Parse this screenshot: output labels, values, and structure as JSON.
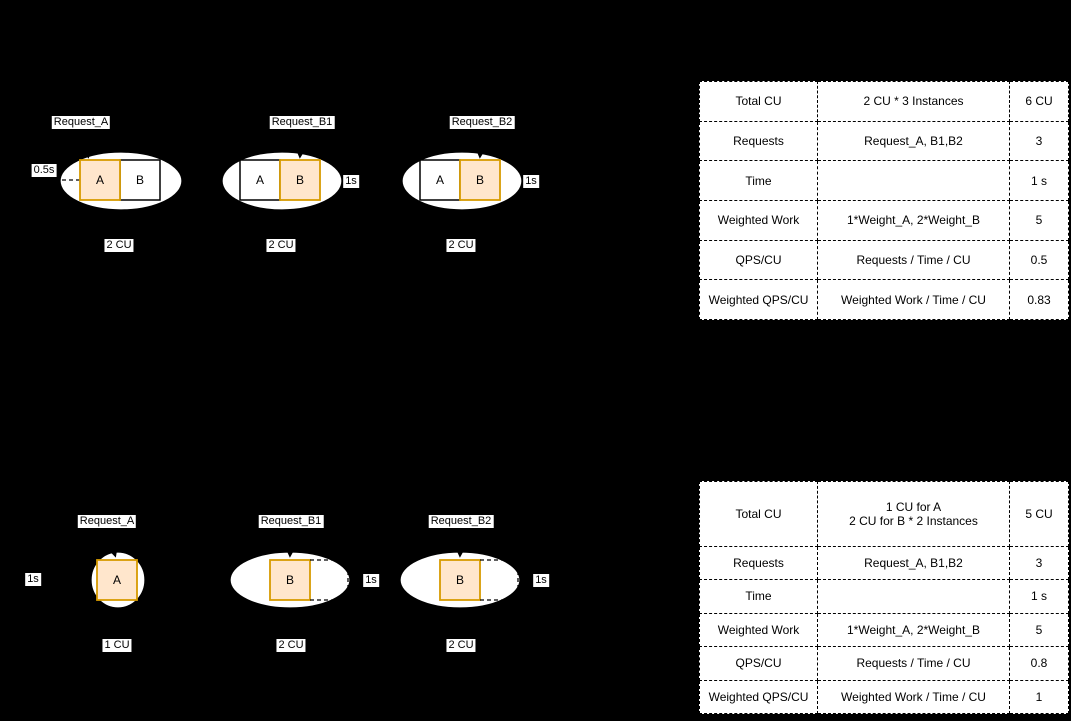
{
  "colors": {
    "background": "#000000",
    "surface": "#ffffff",
    "ink": "#000000",
    "box_fill": "#ffe6cc",
    "box_stroke": "#d79b00"
  },
  "scenario_top": {
    "groups": [
      {
        "request_label": "Request_A",
        "time_label": "0.5s",
        "cu_label": "2 CU",
        "box_a": "A",
        "box_b": "B"
      },
      {
        "request_label": "Request_B1",
        "time_label": "1s",
        "cu_label": "2 CU",
        "box_a": "A",
        "box_b": "B"
      },
      {
        "request_label": "Request_B2",
        "time_label": "1s",
        "cu_label": "2 CU",
        "box_a": "A",
        "box_b": "B"
      }
    ],
    "table": {
      "rows": [
        {
          "metric": "Total CU",
          "formula": "2 CU * 3 Instances",
          "value": "6 CU"
        },
        {
          "metric": "Requests",
          "formula": "Request_A, B1,B2",
          "value": "3"
        },
        {
          "metric": "Time",
          "formula": "",
          "value": "1 s"
        },
        {
          "metric": "Weighted Work",
          "formula": "1*Weight_A, 2*Weight_B",
          "value": "5"
        },
        {
          "metric": "QPS/CU",
          "formula": "Requests / Time / CU",
          "value": "0.5"
        },
        {
          "metric": "Weighted QPS/CU",
          "formula": "Weighted Work / Time / CU",
          "value": "0.83"
        }
      ]
    }
  },
  "scenario_bottom": {
    "groups": [
      {
        "request_label": "Request_A",
        "time_label": "1s",
        "cu_label": "1 CU",
        "box": "A"
      },
      {
        "request_label": "Request_B1",
        "time_label": "1s",
        "cu_label": "2 CU",
        "box": "B"
      },
      {
        "request_label": "Request_B2",
        "time_label": "1s",
        "cu_label": "2 CU",
        "box": "B"
      }
    ],
    "table": {
      "rows": [
        {
          "metric": "Total CU",
          "formula": "1 CU for A\n2 CU for B * 2 Instances",
          "value": "5 CU"
        },
        {
          "metric": "Requests",
          "formula": "Request_A, B1,B2",
          "value": "3"
        },
        {
          "metric": "Time",
          "formula": "",
          "value": "1 s"
        },
        {
          "metric": "Weighted Work",
          "formula": "1*Weight_A, 2*Weight_B",
          "value": "5"
        },
        {
          "metric": "QPS/CU",
          "formula": "Requests / Time / CU",
          "value": "0.8"
        },
        {
          "metric": "Weighted QPS/CU",
          "formula": "Weighted Work / Time / CU",
          "value": "1"
        }
      ]
    }
  }
}
